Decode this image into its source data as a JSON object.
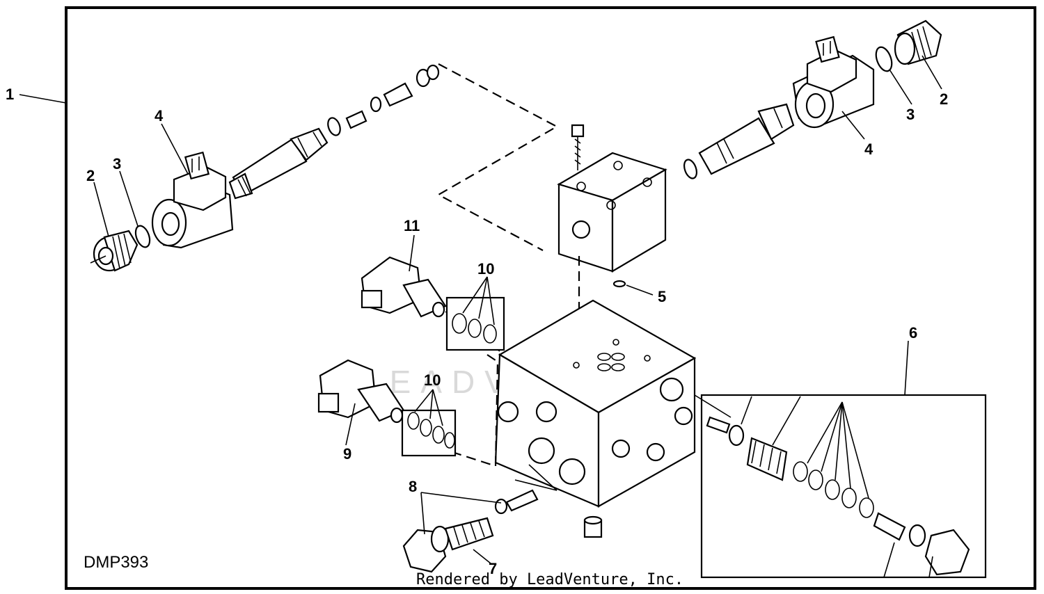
{
  "diagram": {
    "code": "DMP393",
    "footer": "Rendered by LeadVenture, Inc.",
    "watermark": "LEADVENTURE"
  },
  "callouts": {
    "c1": "1",
    "c2_left": "2",
    "c3_left": "3",
    "c4_left": "4",
    "c2_right": "2",
    "c3_right": "3",
    "c4_right": "4",
    "c5": "5",
    "c6": "6",
    "c7": "7",
    "c8": "8",
    "c9": "9",
    "c10_upper": "10",
    "c10_lower": "10",
    "c11": "11"
  }
}
